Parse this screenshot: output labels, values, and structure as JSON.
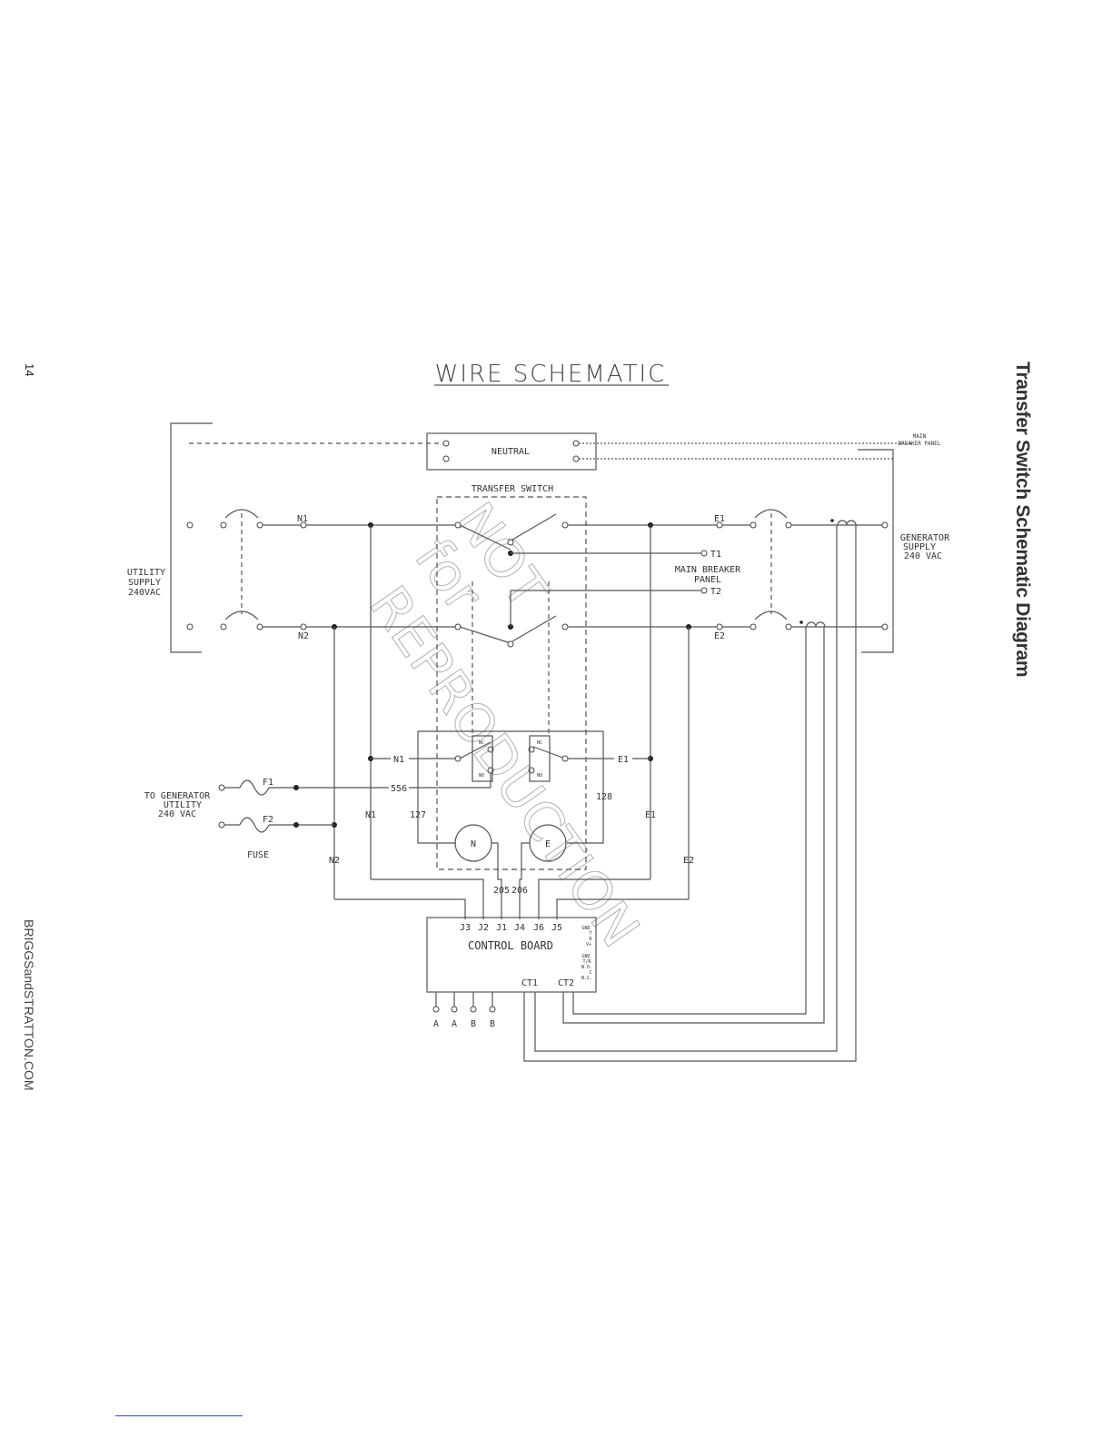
{
  "page": {
    "page_number": "14",
    "side_title": "Transfer Switch Schematic Diagram",
    "website": "BRIGGSandSTRATTON.COM"
  },
  "diagram": {
    "title": "WIRE SCHEMATIC",
    "watermark": [
      "NOT",
      "for",
      "REPRODUCTION"
    ],
    "blocks": {
      "neutral": "NEUTRAL",
      "transfer_switch": "TRANSFER SWITCH",
      "control_board": "CONTROL BOARD"
    },
    "main_breaker_panel_top": [
      "MAIN",
      "BREAKER PANEL"
    ],
    "utility_supply": [
      "UTILITY",
      "SUPPLY",
      "240VAC"
    ],
    "generator_supply": [
      "GENERATOR",
      "SUPPLY",
      "240 VAC"
    ],
    "main_breaker_panel": [
      "MAIN BREAKER",
      "PANEL"
    ],
    "to_generator_utility": [
      "TO GENERATOR",
      "UTILITY",
      "240 VAC"
    ],
    "fuse_label": "FUSE",
    "fuses": [
      "F1",
      "F2"
    ],
    "terminals": {
      "n1": "N1",
      "n2": "N2",
      "e1": "E1",
      "e2": "E2",
      "t1": "T1",
      "t2": "T2"
    },
    "relay_contacts": [
      "NC",
      "NO"
    ],
    "wire_numbers": [
      "556",
      "127",
      "128",
      "205",
      "206"
    ],
    "motors": [
      "N",
      "E"
    ],
    "jacks": [
      "J3",
      "J2",
      "J1",
      "J4",
      "J6",
      "J5"
    ],
    "board_side_labels": [
      "GND",
      "T",
      "R",
      "V+",
      "GND",
      "T/R",
      "N.O.",
      "C",
      "N.C."
    ],
    "current_transformers": [
      "CT1",
      "CT2"
    ],
    "abab_terminals": [
      "A",
      "A",
      "B",
      "B"
    ]
  }
}
